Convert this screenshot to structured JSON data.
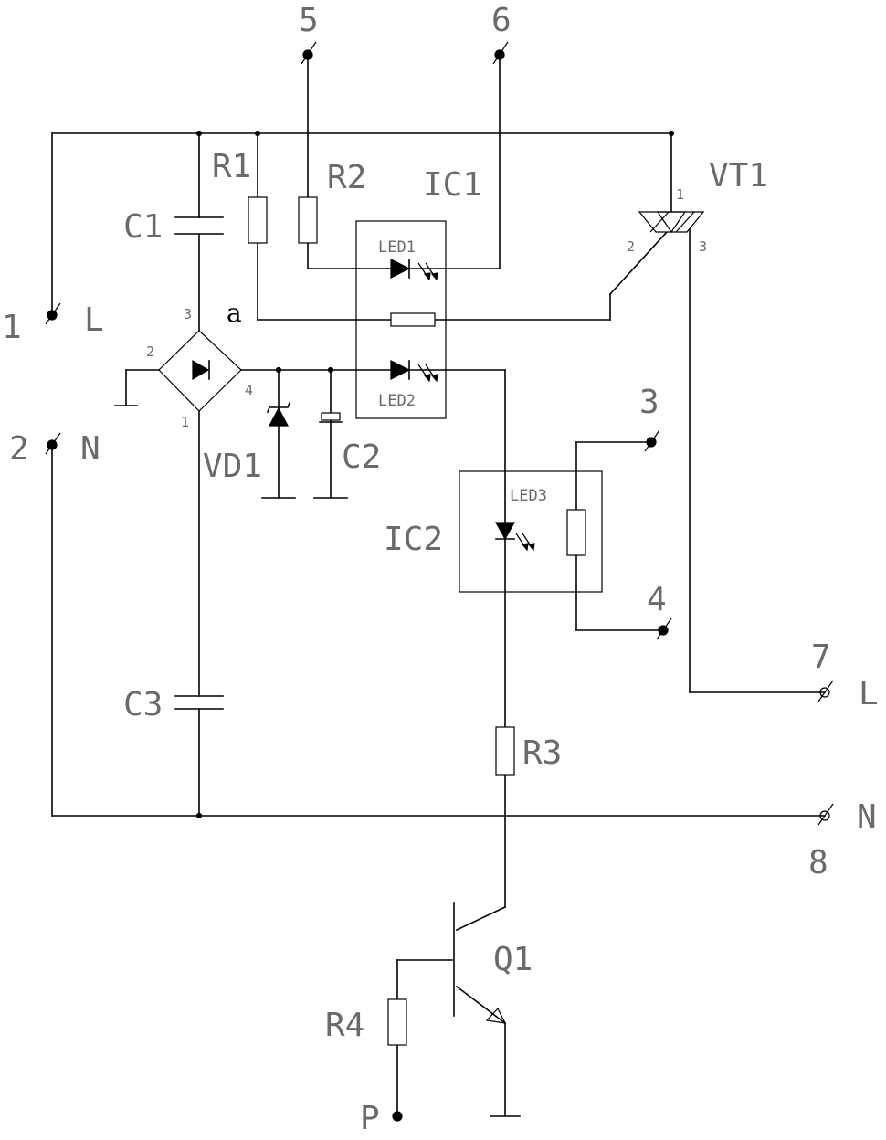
{
  "terminals": {
    "t1": "1",
    "t1_name": "L",
    "t2": "2",
    "t2_name": "N",
    "t3": "3",
    "t4": "4",
    "t5": "5",
    "t6": "6",
    "t7": "7",
    "t7_name": "L",
    "t8": "8",
    "t8_name": "N",
    "p": "P"
  },
  "components": {
    "r1": "R1",
    "r2": "R2",
    "r3": "R3",
    "r4": "R4",
    "c1": "C1",
    "c2": "C2",
    "c3": "C3",
    "ic1": "IC1",
    "ic2": "IC2",
    "led1": "LED1",
    "led2": "LED2",
    "led3": "LED3",
    "vt1": "VT1",
    "vd1": "VD1",
    "q1": "Q1"
  },
  "node_a": "a",
  "pins": {
    "bridge_1": "1",
    "bridge_2": "2",
    "bridge_3": "3",
    "bridge_4": "4",
    "vt1_1": "1",
    "vt1_2": "2",
    "vt1_3": "3"
  }
}
